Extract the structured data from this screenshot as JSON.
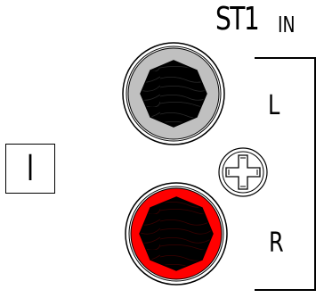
{
  "section": {
    "title_main": "ST1",
    "title_sub": "IN"
  },
  "channel": {
    "label": "I"
  },
  "jacks": {
    "left_label": "L",
    "right_label": "R",
    "left_color": "#c0c0c0",
    "right_color": "#ff0000",
    "core_color": "#000000"
  },
  "screw": {
    "icon": "phillips-screw-icon"
  }
}
